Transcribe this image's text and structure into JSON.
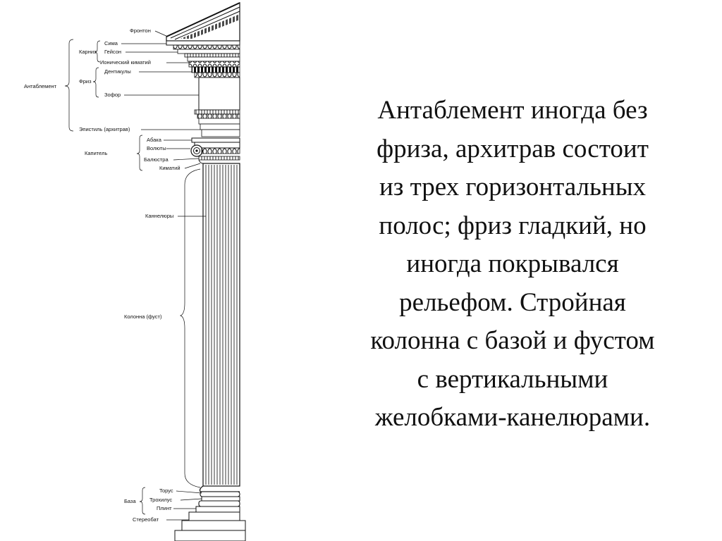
{
  "diagram": {
    "labels": {
      "fronton": "Фронтон",
      "karniz": "Карниз",
      "sima": "Сима",
      "geison": "Гейсон",
      "antablement": "Антаблемент",
      "ionic_kymation": "Ионический киматий",
      "frieze": "Фриз",
      "dentils": "Дентикулы",
      "zophoros": "Зофор",
      "epistyle": "Эпистиль (архитрав)",
      "abacus": "Абака",
      "volutes": "Волюты",
      "capital": "Капитель",
      "balustra": "Балюстра",
      "kymation": "Киматий",
      "flutes": "Каннелюры",
      "column": "Колонна (фуст)",
      "torus": "Торус",
      "base": "База",
      "trochilus": "Трохилус",
      "plinth": "Плинт",
      "stereobate": "Стереобат"
    }
  },
  "caption": {
    "lines": [
      "Антаблемент иногда без",
      "фриза, архитрав состоит",
      "из трех горизонтальных",
      "полос; фриз гладкий, но",
      "иногда покрывался",
      "рельефом. Стройная",
      "колонна с базой и фустом",
      "с вертикальными",
      "желобками-канелюрами."
    ]
  }
}
